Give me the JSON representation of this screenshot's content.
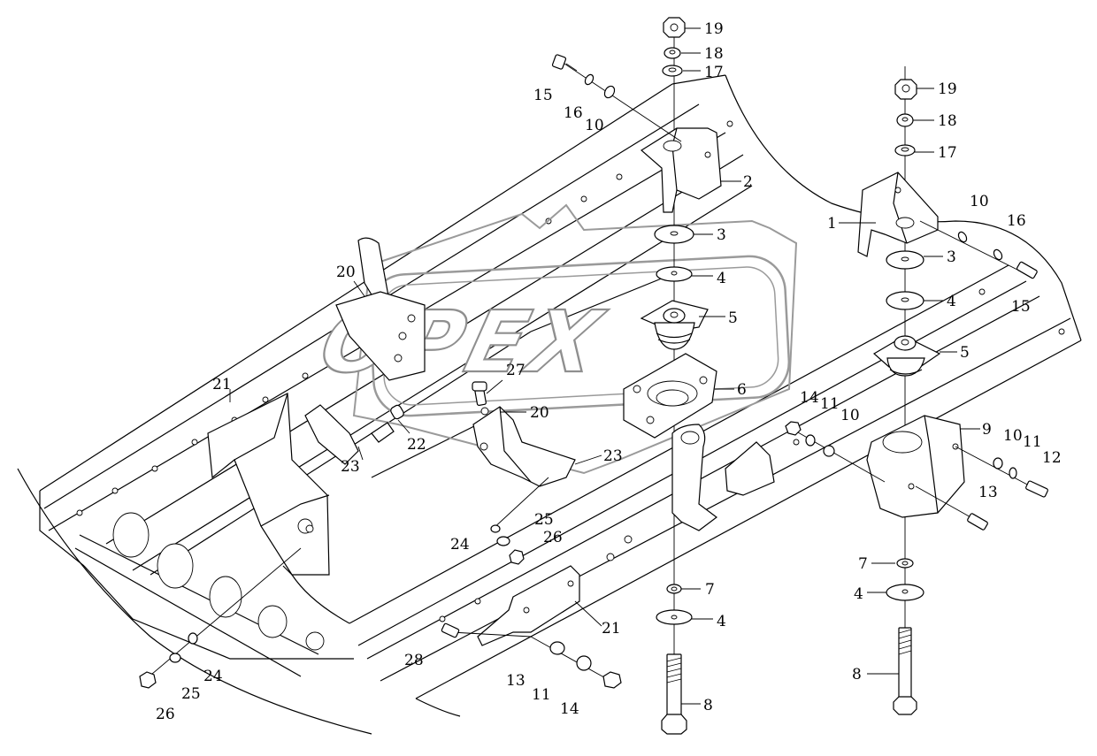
{
  "watermark": {
    "text": "OPEX"
  },
  "labels": [
    {
      "id": "l19a",
      "text": "19"
    },
    {
      "id": "l18a",
      "text": "18"
    },
    {
      "id": "l17a",
      "text": "17"
    },
    {
      "id": "l15a",
      "text": "15"
    },
    {
      "id": "l16a",
      "text": "16"
    },
    {
      "id": "l10a",
      "text": "10"
    },
    {
      "id": "l2",
      "text": "2"
    },
    {
      "id": "l3a",
      "text": "3"
    },
    {
      "id": "l4a",
      "text": "4"
    },
    {
      "id": "l5a",
      "text": "5"
    },
    {
      "id": "l6",
      "text": "6"
    },
    {
      "id": "l20a",
      "text": "20"
    },
    {
      "id": "l27",
      "text": "27"
    },
    {
      "id": "l20b",
      "text": "20"
    },
    {
      "id": "l21a",
      "text": "21"
    },
    {
      "id": "l22",
      "text": "22"
    },
    {
      "id": "l23a",
      "text": "23"
    },
    {
      "id": "l23b",
      "text": "23"
    },
    {
      "id": "l24a",
      "text": "24"
    },
    {
      "id": "l25a",
      "text": "25"
    },
    {
      "id": "l26a",
      "text": "26"
    },
    {
      "id": "l7a",
      "text": "7"
    },
    {
      "id": "l4b",
      "text": "4"
    },
    {
      "id": "l21b",
      "text": "21"
    },
    {
      "id": "l28",
      "text": "28"
    },
    {
      "id": "l13a",
      "text": "13"
    },
    {
      "id": "l11a",
      "text": "11"
    },
    {
      "id": "l14a",
      "text": "14"
    },
    {
      "id": "l8a",
      "text": "8"
    },
    {
      "id": "l26b",
      "text": "26"
    },
    {
      "id": "l25b",
      "text": "25"
    },
    {
      "id": "l24b",
      "text": "24"
    },
    {
      "id": "l19b",
      "text": "19"
    },
    {
      "id": "l18b",
      "text": "18"
    },
    {
      "id": "l17b",
      "text": "17"
    },
    {
      "id": "l1",
      "text": "1"
    },
    {
      "id": "l10b",
      "text": "10"
    },
    {
      "id": "l16b",
      "text": "16"
    },
    {
      "id": "l3b",
      "text": "3"
    },
    {
      "id": "l4c",
      "text": "4"
    },
    {
      "id": "l15b",
      "text": "15"
    },
    {
      "id": "l5b",
      "text": "5"
    },
    {
      "id": "l14b",
      "text": "14"
    },
    {
      "id": "l11b",
      "text": "11"
    },
    {
      "id": "l10c",
      "text": "10"
    },
    {
      "id": "l9",
      "text": "9"
    },
    {
      "id": "l10d",
      "text": "10"
    },
    {
      "id": "l11c",
      "text": "11"
    },
    {
      "id": "l12",
      "text": "12"
    },
    {
      "id": "l13b",
      "text": "13"
    },
    {
      "id": "l7b",
      "text": "7"
    },
    {
      "id": "l4d",
      "text": "4"
    },
    {
      "id": "l8b",
      "text": "8"
    }
  ]
}
